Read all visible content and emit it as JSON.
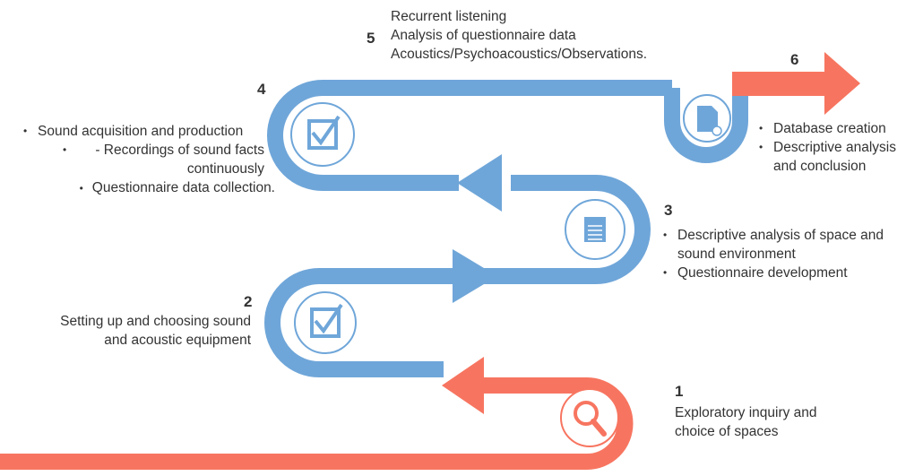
{
  "colors": {
    "blue": "#6FA6D9",
    "coral": "#F77560",
    "text": "#333333"
  },
  "steps": [
    {
      "number": "1",
      "lines": [
        "Exploratory inquiry and",
        "choice of spaces"
      ],
      "icon": "magnifier-icon"
    },
    {
      "number": "2",
      "lines": [
        "Setting up and choosing sound",
        "and acoustic equipment"
      ],
      "icon": "checkbox-icon"
    },
    {
      "number": "3",
      "items": [
        "Descriptive analysis of space and sound environment",
        "Questionnaire development"
      ],
      "icon": "notepad-icon"
    },
    {
      "number": "4",
      "items": [
        "Sound acquisition and production",
        "- Recordings of sound facts continuously",
        "Questionnaire data collection."
      ],
      "icon": "checkbox-icon"
    },
    {
      "number": "5",
      "lines": [
        "Recurrent listening",
        "Analysis of questionnaire data",
        "Acoustics/Psychoacoustics/Observations."
      ],
      "icon": "document-icon"
    },
    {
      "number": "6",
      "items": [
        "Database creation",
        "Descriptive analysis and conclusion"
      ]
    }
  ]
}
